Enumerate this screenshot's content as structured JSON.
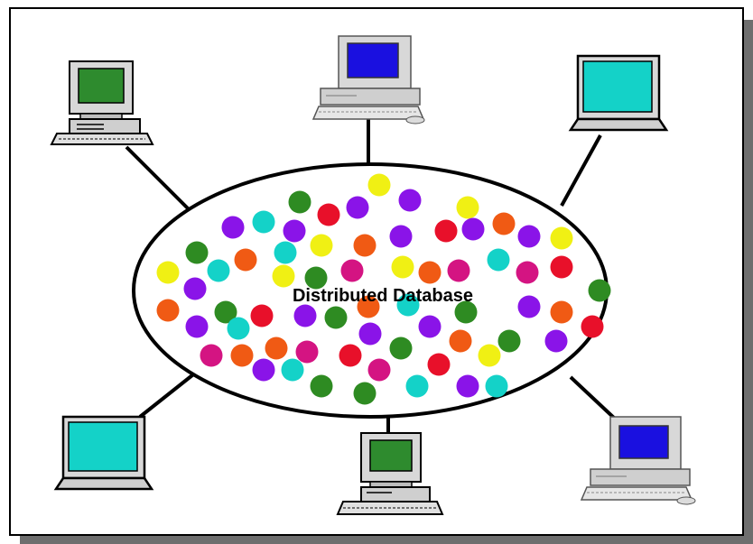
{
  "diagram": {
    "hub_label": "Distributed Database"
  },
  "colors": {
    "frame_shadow": "#6e6e6e",
    "screen_green": "#2e8b2e",
    "screen_blue": "#1a10e0",
    "screen_cyan": "#14d2c8",
    "dots": [
      "#2e8b22",
      "#8a14e8",
      "#14d2c8",
      "#e8102a",
      "#f0f014",
      "#f05a14",
      "#d41482"
    ]
  },
  "nodes": [
    {
      "name": "desktop-tower-computer",
      "screen": "green"
    },
    {
      "name": "desktop-computer",
      "screen": "blue"
    },
    {
      "name": "laptop-computer",
      "screen": "cyan"
    },
    {
      "name": "laptop-computer",
      "screen": "cyan"
    },
    {
      "name": "desktop-tower-computer",
      "screen": "green"
    },
    {
      "name": "desktop-computer",
      "screen": "blue"
    }
  ]
}
